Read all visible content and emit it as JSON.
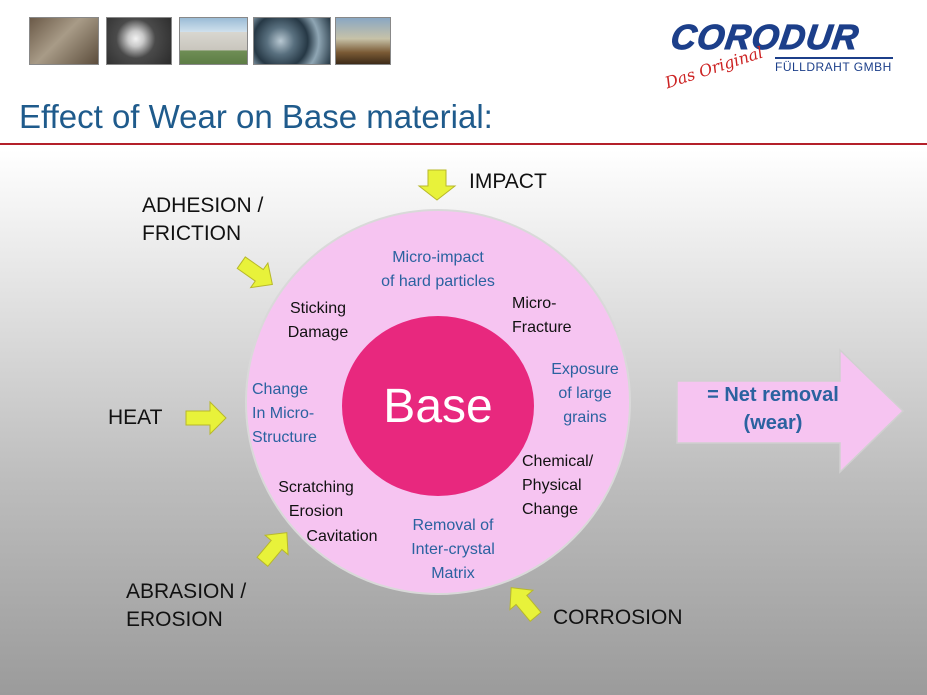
{
  "header": {
    "photos": [
      "factory-photo",
      "welding-photo",
      "building-photo",
      "wire-coils-photo",
      "excavator-photo"
    ],
    "logo": {
      "brand": "CORODUR",
      "tagline": "Das Original",
      "subtitle": "FÜLLDRAHT GMBH"
    }
  },
  "title": "Effect of Wear on Base material:",
  "colors": {
    "title": "#1f5b8c",
    "rule": "#b4202a",
    "ring_fill": "#f6c4f1",
    "core_fill": "#e8287e",
    "arrow_yellow": "#e8f23a",
    "inner_blue_text": "#2b62a0"
  },
  "mechanisms": {
    "impact": "IMPACT",
    "adhesion_line1": "ADHESION /",
    "adhesion_line2": "FRICTION",
    "heat": "HEAT",
    "abrasion_line1": "ABRASION /",
    "abrasion_line2": "EROSION",
    "corrosion": "CORROSION"
  },
  "ring_labels": {
    "micro_impact": [
      "Micro-impact",
      "of hard particles"
    ],
    "sticking": [
      "Sticking",
      "Damage"
    ],
    "micro_fracture": [
      "Micro-",
      "Fracture"
    ],
    "exposure": [
      "Exposure",
      "of large",
      "grains"
    ],
    "change": [
      "Change",
      "In Micro-",
      "Structure"
    ],
    "chemical": [
      "Chemical/",
      "Physical",
      "Change"
    ],
    "scratching": [
      "Scratching",
      "Erosion"
    ],
    "cavitation": "Cavitation",
    "removal": [
      "Removal of",
      "Inter-crystal",
      "Matrix"
    ]
  },
  "core": "Base",
  "result": [
    "= Net removal",
    "(wear)"
  ]
}
